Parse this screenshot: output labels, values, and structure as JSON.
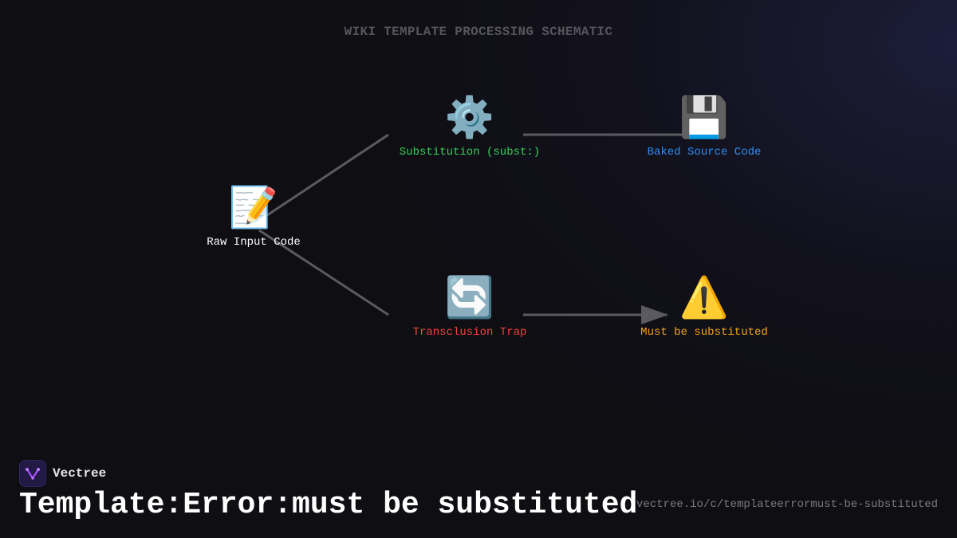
{
  "diagram": {
    "heading": "WIKI TEMPLATE PROCESSING SCHEMATIC",
    "nodes": [
      {
        "id": "raw",
        "icon": "memo-icon",
        "glyph": "📝",
        "label": "Raw Input Code",
        "color": "#ffffff"
      },
      {
        "id": "subst",
        "icon": "gear-icon",
        "glyph": "⚙️",
        "label": "Substitution (subst:)",
        "color": "#34d058"
      },
      {
        "id": "baked",
        "icon": "floppy-disk-icon",
        "glyph": "💾",
        "label": "Baked Source Code",
        "color": "#2f8df0"
      },
      {
        "id": "trap",
        "icon": "cycle-arrows-icon",
        "glyph": "🔄",
        "label": "Transclusion Trap",
        "color": "#f0453a"
      },
      {
        "id": "error",
        "icon": "warning-icon",
        "glyph": "⚠️",
        "label": "Must be substituted",
        "color": "#f5a31a"
      }
    ],
    "edges": [
      {
        "from": "raw",
        "to": "subst",
        "arrow": false
      },
      {
        "from": "raw",
        "to": "trap",
        "arrow": false
      },
      {
        "from": "subst",
        "to": "baked",
        "arrow": false
      },
      {
        "from": "trap",
        "to": "error",
        "arrow": true
      }
    ]
  },
  "footer": {
    "brand_name": "Vectree",
    "brand_icon": "vectree-logo-icon",
    "title": "Template:Error:must be substituted",
    "url": "vectree.io/c/templateerrormust-be-substituted"
  },
  "colors": {
    "background": "#0f0e13",
    "edge": "#5a5a60",
    "heading": "#55555c",
    "brand_accent": "#a64dff"
  }
}
